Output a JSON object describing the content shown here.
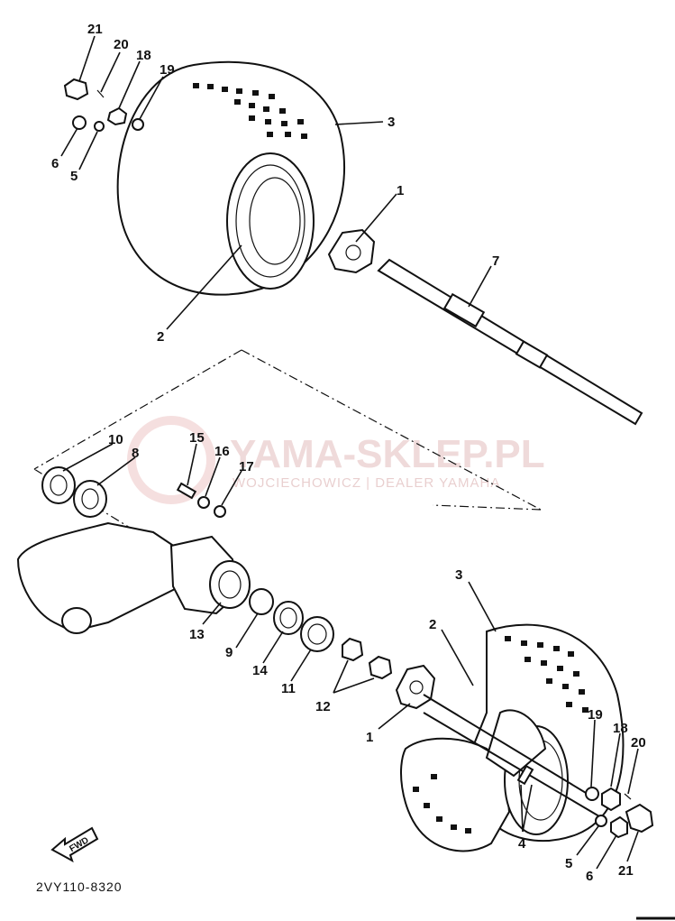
{
  "watermark": {
    "title": "YAMA-SKLEP.PL",
    "subtitle": "WOJCIECHOWICZ | DEALER YAMAHA"
  },
  "diagram_code": "2VY110-8320",
  "fwd_label": "FWD",
  "callouts": {
    "c21a": "21",
    "c20a": "20",
    "c18a": "18",
    "c19a": "19",
    "c6a": "6",
    "c5a": "5",
    "c3a": "3",
    "c1a": "1",
    "c7": "7",
    "c2a": "2",
    "c10": "10",
    "c8": "8",
    "c15": "15",
    "c16": "16",
    "c17": "17",
    "c13": "13",
    "c9": "9",
    "c14": "14",
    "c11": "11",
    "c12": "12",
    "c3b": "3",
    "c2b": "2",
    "c1b": "1",
    "c19b": "19",
    "c18b": "18",
    "c20b": "20",
    "c4": "4",
    "c5b": "5",
    "c6b": "6",
    "c21b": "21"
  },
  "colors": {
    "ink": "#111111",
    "watermark": "#e6c3c3"
  }
}
